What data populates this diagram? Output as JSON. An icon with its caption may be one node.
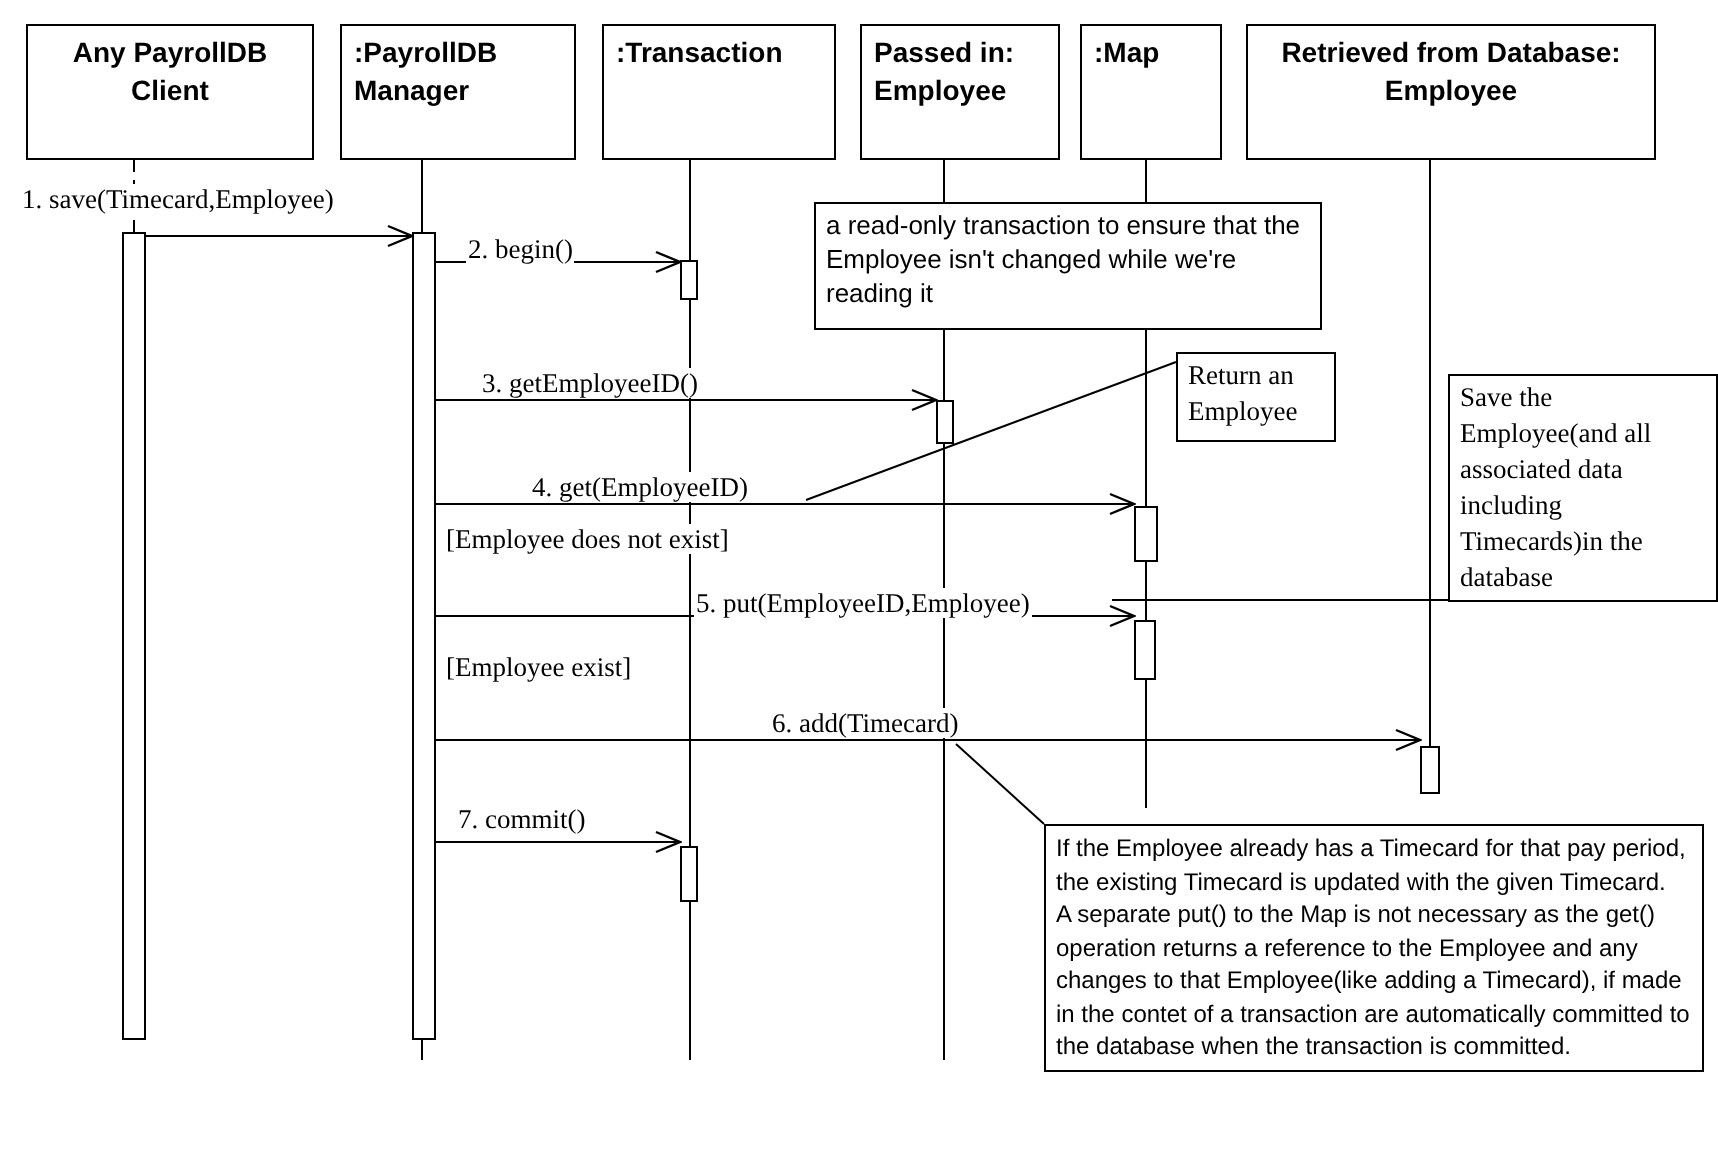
{
  "diagram": {
    "nodes": [
      {
        "text": [
          "Any PayrollDB Client"
        ]
      },
      {
        "text": [
          ":PayrollDB Manager"
        ]
      },
      {
        "text": [
          ":Transaction"
        ]
      },
      {
        "text": [
          "Passed in: Employee"
        ]
      },
      {
        "text": [
          ":Map"
        ]
      },
      {
        "text": [
          "Retrieved from Database: Employee"
        ]
      },
      {
        "text": [],
        "shape": "bar"
      },
      {
        "text": [],
        "shape": "bar"
      },
      {
        "text": [],
        "shape": "bar"
      },
      {
        "text": [],
        "shape": "bar"
      },
      {
        "text": [],
        "shape": "bar"
      },
      {
        "text": [],
        "shape": "bar"
      },
      {
        "text": [],
        "shape": "bar"
      },
      {
        "text": [],
        "shape": "bar"
      },
      {
        "text": [
          "a read-only transaction to ensure that the Employee isn't changed while we're reading it"
        ]
      },
      {
        "text": [
          "Return an Employee"
        ]
      },
      {
        "text": [
          "Save the Employee(and all associated data including Timecards)in the database"
        ]
      },
      {
        "text": [
          "If the Employee already has a Timecard for that pay period, the existing Timecard is updated with the given Timecard.",
          "A separate put() to the Map is not necessary as the get() operation returns a reference to the Employee and any changes to that Employee(like adding a Timecard), if made in the contet of a transaction are automatically committed to the database when the transaction is committed."
        ]
      }
    ],
    "edges": [
      {
        "from": 6,
        "to": 7,
        "label": "1. save(Timecard,Employee)",
        "arrow": "to"
      },
      {
        "from": 7,
        "to": 8,
        "label": "2. begin()",
        "arrow": "to"
      },
      {
        "from": 7,
        "to": 9,
        "label": "3. getEmployeeID()",
        "arrow": "to"
      },
      {
        "from": 7,
        "to": 10,
        "label": "4. get(EmployeeID)",
        "arrow": "to"
      },
      {
        "from": 7,
        "to": 11,
        "label": "5. put(EmployeeID,Employee)",
        "arrow": "to"
      },
      {
        "from": 7,
        "to": 12,
        "label": "6. add(Timecard)",
        "arrow": "to"
      },
      {
        "from": 7,
        "to": 13,
        "label": "7. commit()",
        "arrow": "to"
      },
      {
        "from": 15,
        "to": null,
        "arrow": "none"
      },
      {
        "from": 16,
        "to": null,
        "arrow": "none"
      },
      {
        "from": 17,
        "to": null,
        "arrow": "none"
      },
      {
        "from": 0,
        "to": 6,
        "arrow": "none",
        "style": "dashed"
      },
      {
        "from": 5,
        "to": 12,
        "arrow": "none"
      }
    ],
    "labels": [
      "[Employee does not exist]",
      "[Employee exist]"
    ]
  }
}
